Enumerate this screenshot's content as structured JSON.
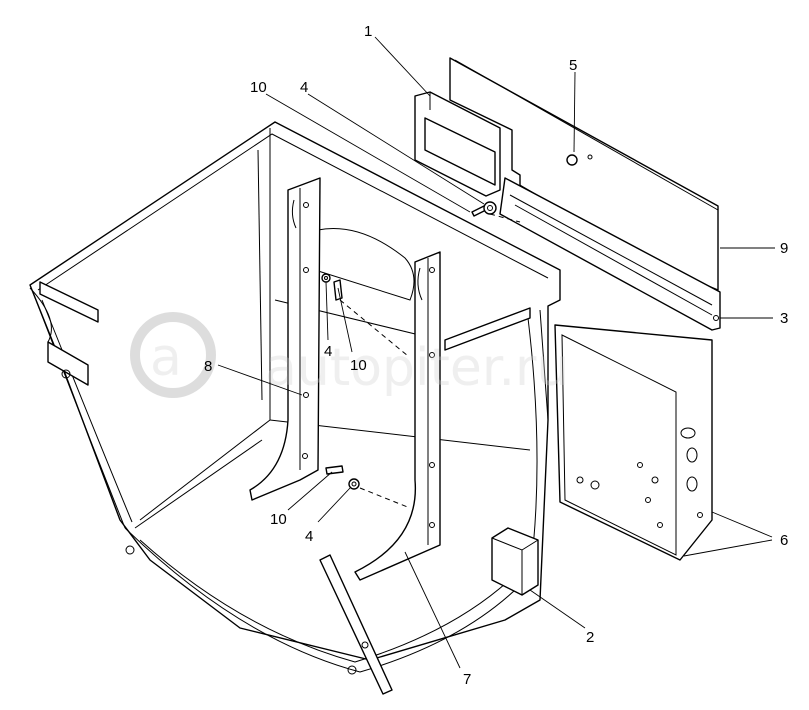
{
  "diagram": {
    "callouts": [
      {
        "id": "c1",
        "text": "1"
      },
      {
        "id": "c5",
        "text": "5"
      },
      {
        "id": "c10a",
        "text": "10"
      },
      {
        "id": "c4a",
        "text": "4"
      },
      {
        "id": "c9",
        "text": "9"
      },
      {
        "id": "c3",
        "text": "3"
      },
      {
        "id": "c4b",
        "text": "4"
      },
      {
        "id": "c8",
        "text": "8"
      },
      {
        "id": "c10b",
        "text": "10"
      },
      {
        "id": "c10c",
        "text": "10"
      },
      {
        "id": "c4c",
        "text": "4"
      },
      {
        "id": "c6",
        "text": "6"
      },
      {
        "id": "c2",
        "text": "2"
      },
      {
        "id": "c7",
        "text": "7"
      }
    ],
    "watermark": "autopiter.ru"
  }
}
